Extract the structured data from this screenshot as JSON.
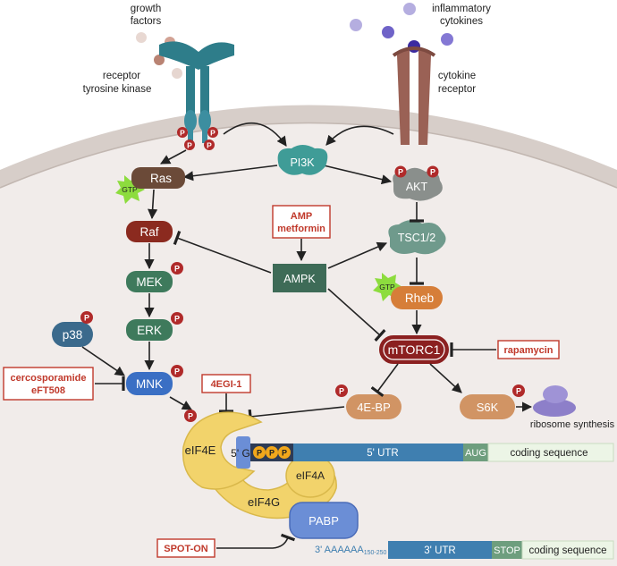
{
  "labels": {
    "growth_factors_1": "growth",
    "growth_factors_2": "factors",
    "receptor_1": "receptor",
    "receptor_2": "tyrosine kinase",
    "cytokines_1": "inflammatory",
    "cytokines_2": "cytokines",
    "cytokine_receptor_1": "cytokine",
    "cytokine_receptor_2": "receptor",
    "ribosome_synthesis": "ribosome synthesis"
  },
  "nodes": {
    "pi3k": "PI3K",
    "ras": "Ras",
    "gtp": "GTP",
    "raf": "Raf",
    "mek": "MEK",
    "erk": "ERK",
    "p38": "p38",
    "mnk": "MNK",
    "akt": "AKT",
    "tsc": "TSC1/2",
    "rheb": "Rheb",
    "ampk": "AMPK",
    "mtorc1": "mTORC1",
    "fourebp": "4E-BP",
    "s6k": "S6K",
    "eif4e": "eIF4E",
    "eif4g": "eIF4G",
    "eif4a": "eIF4A",
    "pabp": "PABP",
    "cap": "5' G"
  },
  "phospho": "P",
  "cap_phosphates": "P",
  "inhibitors": {
    "amp_1": "AMP",
    "amp_2": "metformin",
    "cerco_1": "cercosporamide",
    "cerco_2": "eFT508",
    "egi": "4EGI-1",
    "rapamycin": "rapamycin",
    "spoton": "SPOT-ON"
  },
  "mrna": {
    "utr5": "5' UTR",
    "aug": "AUG",
    "coding_top": "coding sequence",
    "polya": "3' AAAAAA",
    "polya_sub": "150-250",
    "utr3": "3' UTR",
    "stop": "STOP",
    "coding_bottom": "coding sequence"
  },
  "colors": {
    "inhibitor": "#c0392b",
    "ras_raf": "#8b2a1f",
    "mek_erk": "#3e7a5c",
    "mnk": "#3a6fc4",
    "p38": "#3b6a8c",
    "pi3k": "#3f9c97",
    "akt_tsc": "#6f9a8c",
    "rheb": "#d67e39",
    "s6k_4ebp": "#d19464",
    "eif4_yellow": "#f2d36b",
    "pabp": "#6b8ed6",
    "utr_blue": "#3f7fb0",
    "utr_green": "#6e9e7e",
    "phospho": "#b02a2a",
    "membrane": "#d7cec9"
  }
}
